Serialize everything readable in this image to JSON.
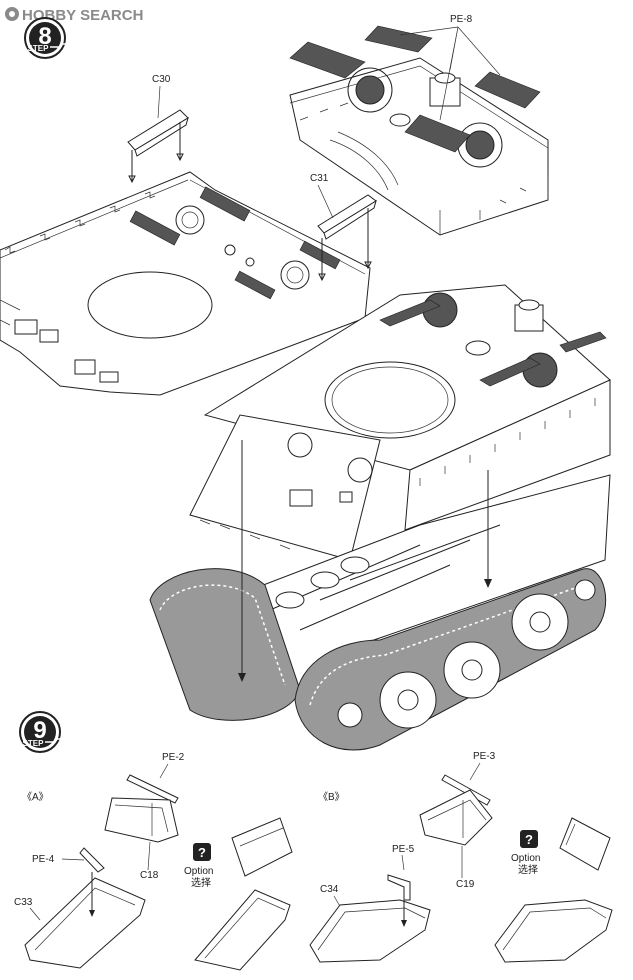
{
  "watermark": {
    "brand": "HOBBY SEARCH"
  },
  "steps": [
    {
      "number": "8",
      "label": "STEP"
    },
    {
      "number": "9",
      "label": "STEP"
    }
  ],
  "parts": {
    "pe8": "PE-8",
    "c30": "C30",
    "c31": "C31",
    "pe2": "PE-2",
    "c18": "C18",
    "pe4": "PE-4",
    "c33": "C33",
    "pe3": "PE-3",
    "c19": "C19",
    "pe5": "PE-5",
    "c34": "C34"
  },
  "variants": {
    "a": "《A》",
    "b": "《B》"
  },
  "option": {
    "mark": "?",
    "label_en": "Option",
    "label_cn": "选择"
  }
}
